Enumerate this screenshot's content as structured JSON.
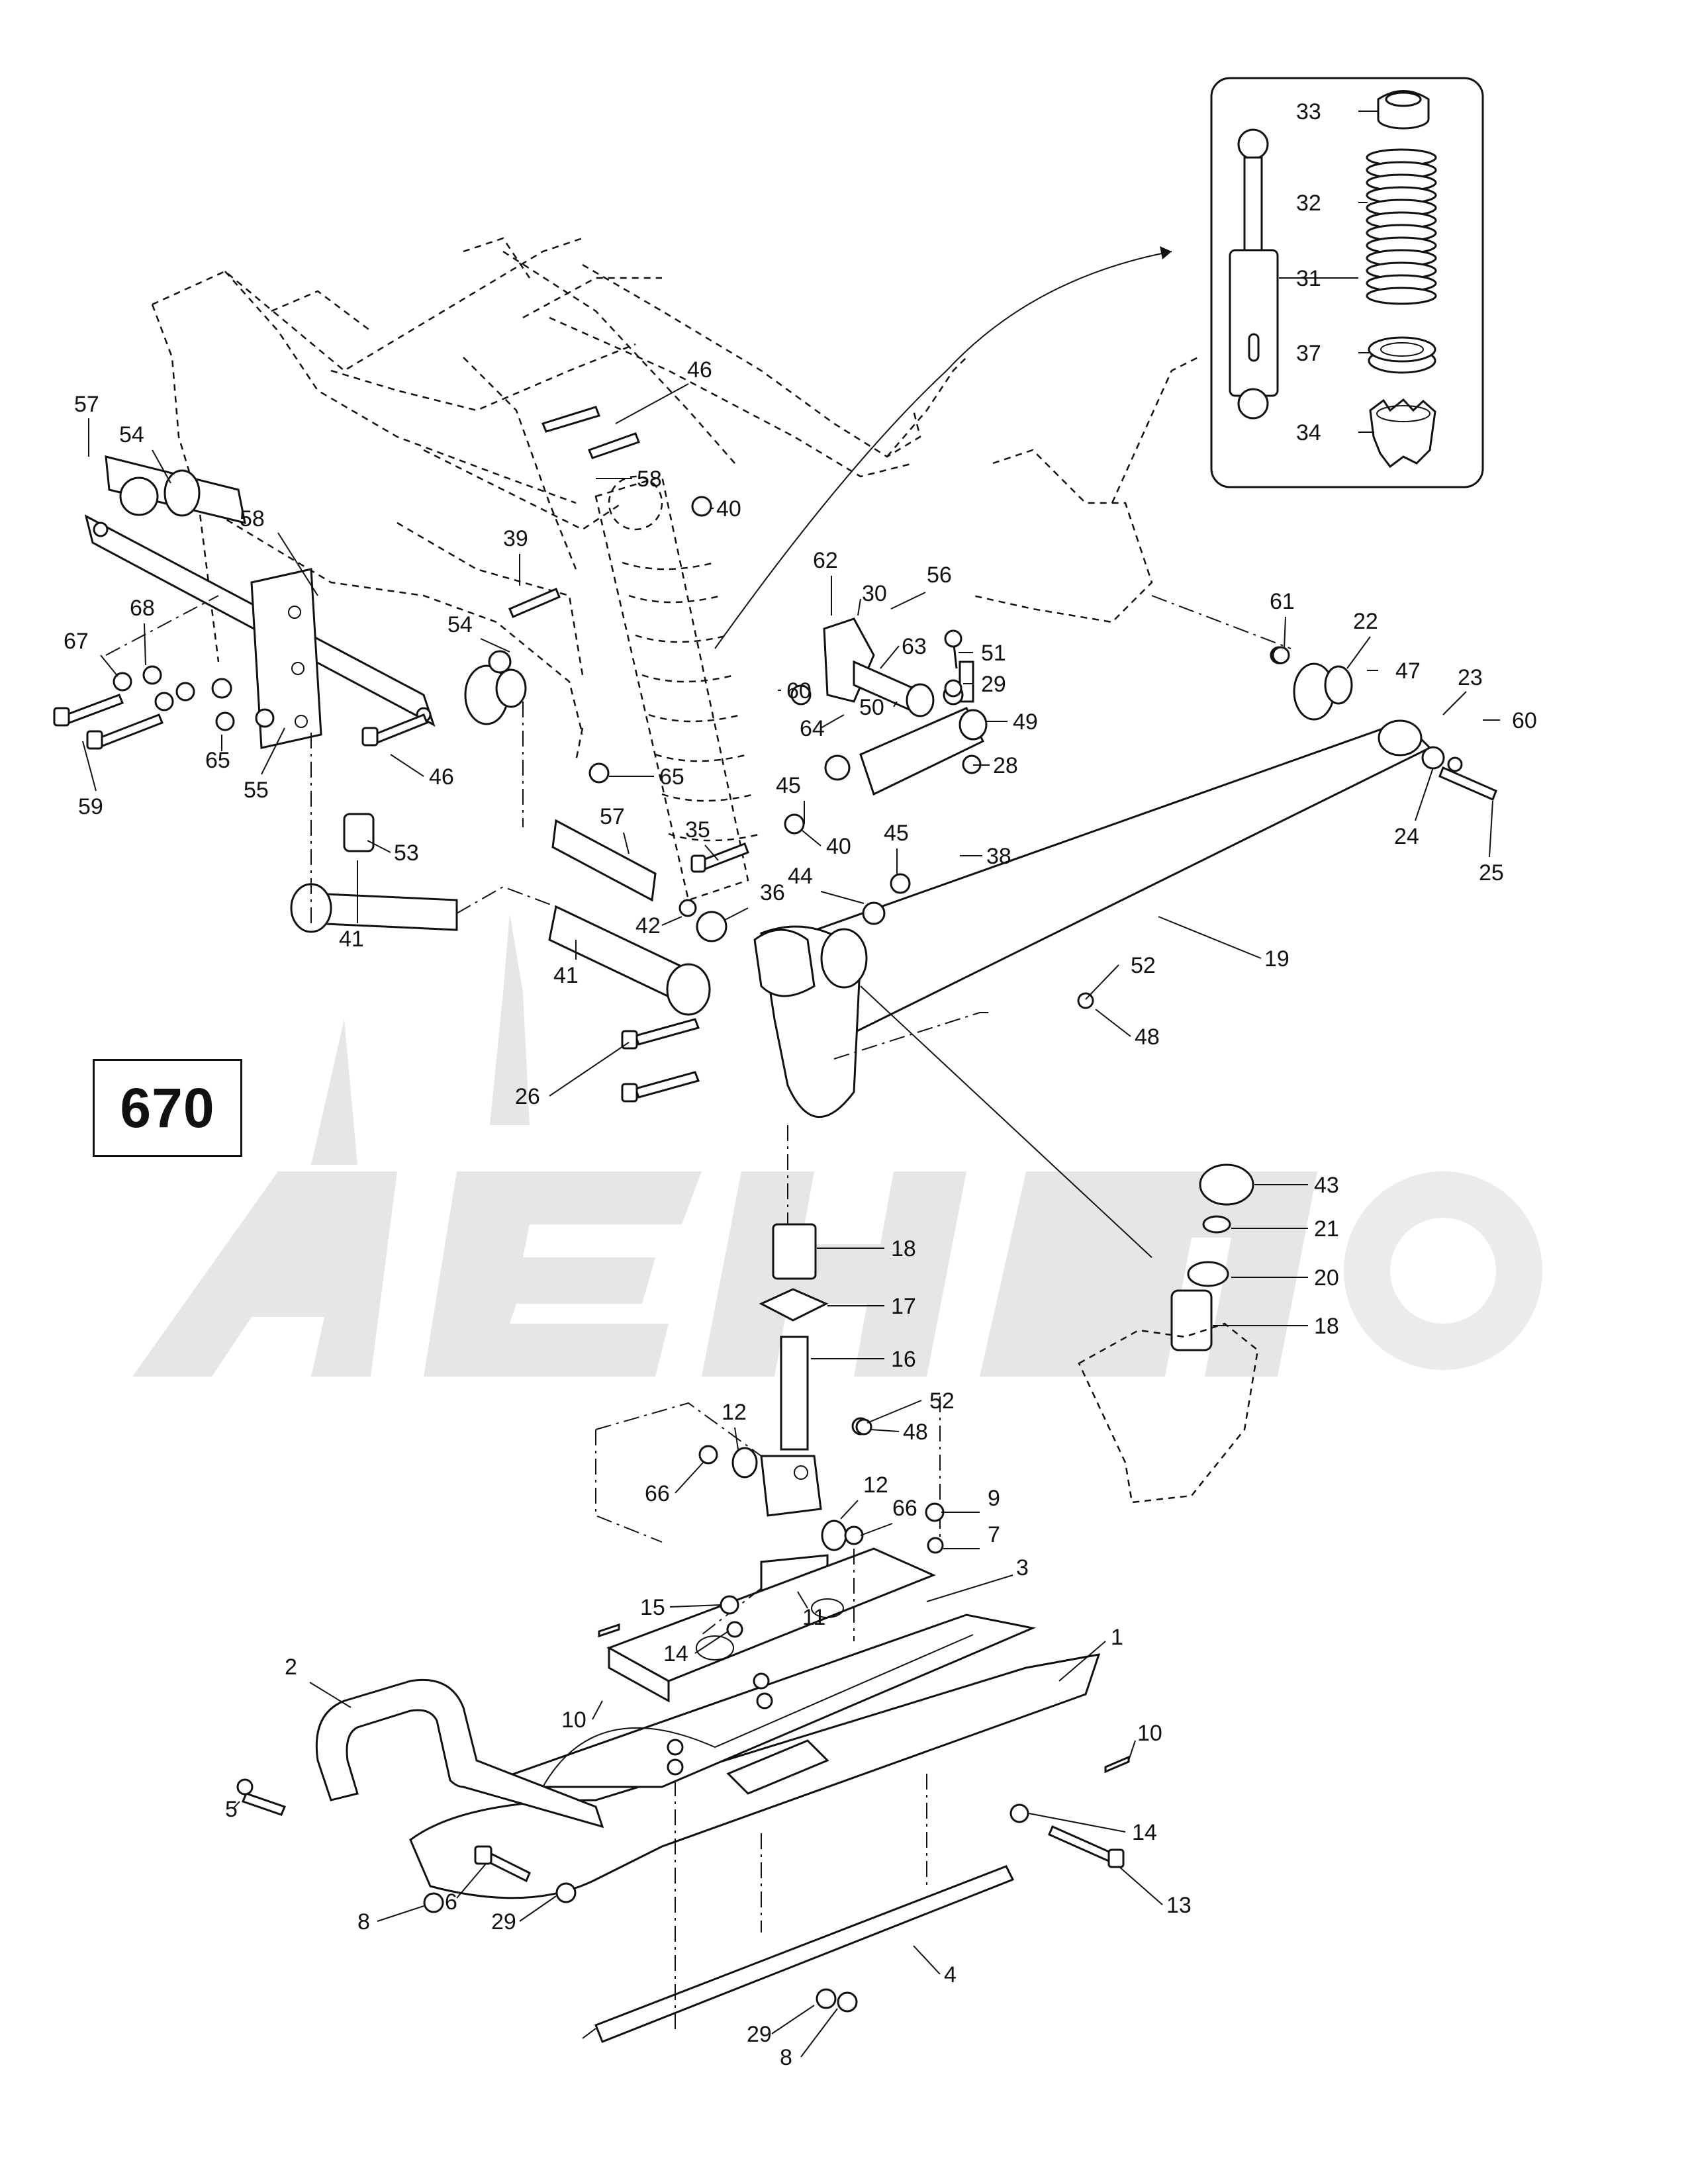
{
  "section_label": "670",
  "callouts": [
    {
      "id": "c33",
      "label": "33"
    },
    {
      "id": "c32",
      "label": "32"
    },
    {
      "id": "c31",
      "label": "31"
    },
    {
      "id": "c37",
      "label": "37"
    },
    {
      "id": "c34",
      "label": "34"
    },
    {
      "id": "c46a",
      "label": "46"
    },
    {
      "id": "c57a",
      "label": "57"
    },
    {
      "id": "c54a",
      "label": "54"
    },
    {
      "id": "c58a",
      "label": "58"
    },
    {
      "id": "c40a",
      "label": "40"
    },
    {
      "id": "c58b",
      "label": "58"
    },
    {
      "id": "c39",
      "label": "39"
    },
    {
      "id": "c68",
      "label": "68"
    },
    {
      "id": "c67",
      "label": "67"
    },
    {
      "id": "c54b",
      "label": "54"
    },
    {
      "id": "c62",
      "label": "62"
    },
    {
      "id": "c56",
      "label": "56"
    },
    {
      "id": "c30",
      "label": "30"
    },
    {
      "id": "c63",
      "label": "63"
    },
    {
      "id": "c51",
      "label": "51"
    },
    {
      "id": "c61",
      "label": "61"
    },
    {
      "id": "c22",
      "label": "22"
    },
    {
      "id": "c47",
      "label": "47"
    },
    {
      "id": "c23",
      "label": "23"
    },
    {
      "id": "c60a",
      "label": "60"
    },
    {
      "id": "c29a",
      "label": "29"
    },
    {
      "id": "c50",
      "label": "50"
    },
    {
      "id": "c64",
      "label": "64"
    },
    {
      "id": "c49",
      "label": "49"
    },
    {
      "id": "c60b",
      "label": "60"
    },
    {
      "id": "c65a",
      "label": "65"
    },
    {
      "id": "c55",
      "label": "55"
    },
    {
      "id": "c59",
      "label": "59"
    },
    {
      "id": "c46b",
      "label": "46"
    },
    {
      "id": "c65b",
      "label": "65"
    },
    {
      "id": "c28",
      "label": "28"
    },
    {
      "id": "c45a",
      "label": "45"
    },
    {
      "id": "c24",
      "label": "24"
    },
    {
      "id": "c25",
      "label": "25"
    },
    {
      "id": "c53",
      "label": "53"
    },
    {
      "id": "c57b",
      "label": "57"
    },
    {
      "id": "c35",
      "label": "35"
    },
    {
      "id": "c40b",
      "label": "40"
    },
    {
      "id": "c45b",
      "label": "45"
    },
    {
      "id": "c38",
      "label": "38"
    },
    {
      "id": "c44",
      "label": "44"
    },
    {
      "id": "c36",
      "label": "36"
    },
    {
      "id": "c41a",
      "label": "41"
    },
    {
      "id": "c42",
      "label": "42"
    },
    {
      "id": "c19",
      "label": "19"
    },
    {
      "id": "c41b",
      "label": "41"
    },
    {
      "id": "c52a",
      "label": "52"
    },
    {
      "id": "c48a",
      "label": "48"
    },
    {
      "id": "c26",
      "label": "26"
    },
    {
      "id": "c43",
      "label": "43"
    },
    {
      "id": "c21",
      "label": "21"
    },
    {
      "id": "c18a",
      "label": "18"
    },
    {
      "id": "c20",
      "label": "20"
    },
    {
      "id": "c17",
      "label": "17"
    },
    {
      "id": "c18b",
      "label": "18"
    },
    {
      "id": "c16",
      "label": "16"
    },
    {
      "id": "c52b",
      "label": "52"
    },
    {
      "id": "c48b",
      "label": "48"
    },
    {
      "id": "c12a",
      "label": "12"
    },
    {
      "id": "c66a",
      "label": "66"
    },
    {
      "id": "c12b",
      "label": "12"
    },
    {
      "id": "c66b",
      "label": "66"
    },
    {
      "id": "c9",
      "label": "9"
    },
    {
      "id": "c7",
      "label": "7"
    },
    {
      "id": "c11",
      "label": "11"
    },
    {
      "id": "c3",
      "label": "3"
    },
    {
      "id": "c15",
      "label": "15"
    },
    {
      "id": "c14a",
      "label": "14"
    },
    {
      "id": "c1",
      "label": "1"
    },
    {
      "id": "c10a",
      "label": "10"
    },
    {
      "id": "c2",
      "label": "2"
    },
    {
      "id": "c10b",
      "label": "10"
    },
    {
      "id": "c5",
      "label": "5"
    },
    {
      "id": "c14b",
      "label": "14"
    },
    {
      "id": "c6",
      "label": "6"
    },
    {
      "id": "c13",
      "label": "13"
    },
    {
      "id": "c8a",
      "label": "8"
    },
    {
      "id": "c29b",
      "label": "29"
    },
    {
      "id": "c4",
      "label": "4"
    },
    {
      "id": "c29c",
      "label": "29"
    },
    {
      "id": "c8b",
      "label": "8"
    }
  ]
}
